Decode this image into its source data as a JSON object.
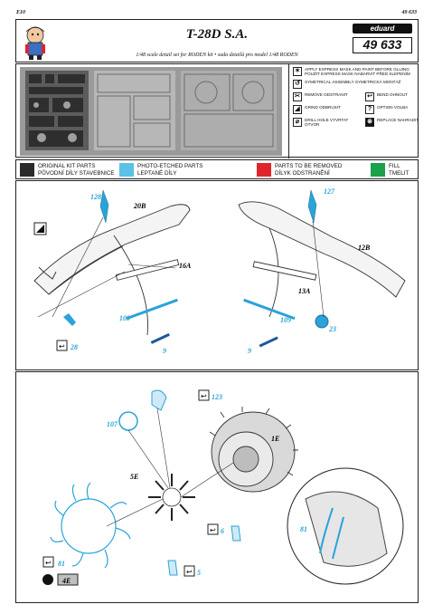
{
  "header": {
    "page_left": "E10",
    "page_right": "49 633",
    "title": "T-28D S.A.",
    "subtitle": "1/48 scale detail set for RODEN kit  •  sada detailů pro model 1/48 RODEN",
    "brand": "eduard",
    "catalog_number": "49 633"
  },
  "instructions": [
    {
      "icon": "mask-icon",
      "text": "APPLY EXPRESS MASK AND PAINT BEFORE GLUING POUŽIT EXPRESS MASK NABARVIT PŘED SLEPENÍM"
    },
    {
      "icon": "symmetrical-icon",
      "text": "SYMETRICAL ASSEMBLY SYMETRICKÁ MONTÁŽ"
    },
    {
      "icon": "remove-icon",
      "text": "REMOVE ODSTRANIT"
    },
    {
      "icon": "bend-icon",
      "text": "BEND OHNOUT"
    },
    {
      "icon": "grind-icon",
      "text": "GRIND ODBRUSIT"
    },
    {
      "icon": "option-icon",
      "text": "OPTION VOLBA"
    },
    {
      "icon": "drill-icon",
      "text": "DRILL HOLE VYVRTAT OTVOR"
    },
    {
      "icon": "replace-icon",
      "text": "REPLACE NAHRADIT"
    }
  ],
  "color_legend": [
    {
      "label": "ORIGINAL KIT PARTS PŮVODNÍ DÍLY STAVEBNICE",
      "color": "#2b2b2b"
    },
    {
      "label": "PHOTO-ETCHED PARTS LEPTANÉ DÍLY",
      "color": "#5bc1e6"
    },
    {
      "label": "PARTS TO BE REMOVED DÍLYK ODSTRANĚNÍ",
      "color": "#e0242b"
    },
    {
      "label": "FILL TMELIT",
      "color": "#1aa14a"
    }
  ],
  "step1": {
    "left": {
      "pe_top": "128",
      "kit_part": "20B",
      "strut": "16A",
      "pe_strip": "109",
      "pe_small": "9",
      "bend": "28"
    },
    "right": {
      "pe_top": "127",
      "kit_part": "12B",
      "strut": "13A",
      "pe_strip": "109",
      "pe_small": "9",
      "pe_round": "23"
    }
  },
  "step2": {
    "pe_107": "107",
    "pe_123": "123",
    "kit_1E": "1E",
    "kit_5E": "5E",
    "pe_6": "6",
    "pe_5": "5",
    "pe_81": "81",
    "detail_81": "81",
    "replace_4E": "4E"
  }
}
